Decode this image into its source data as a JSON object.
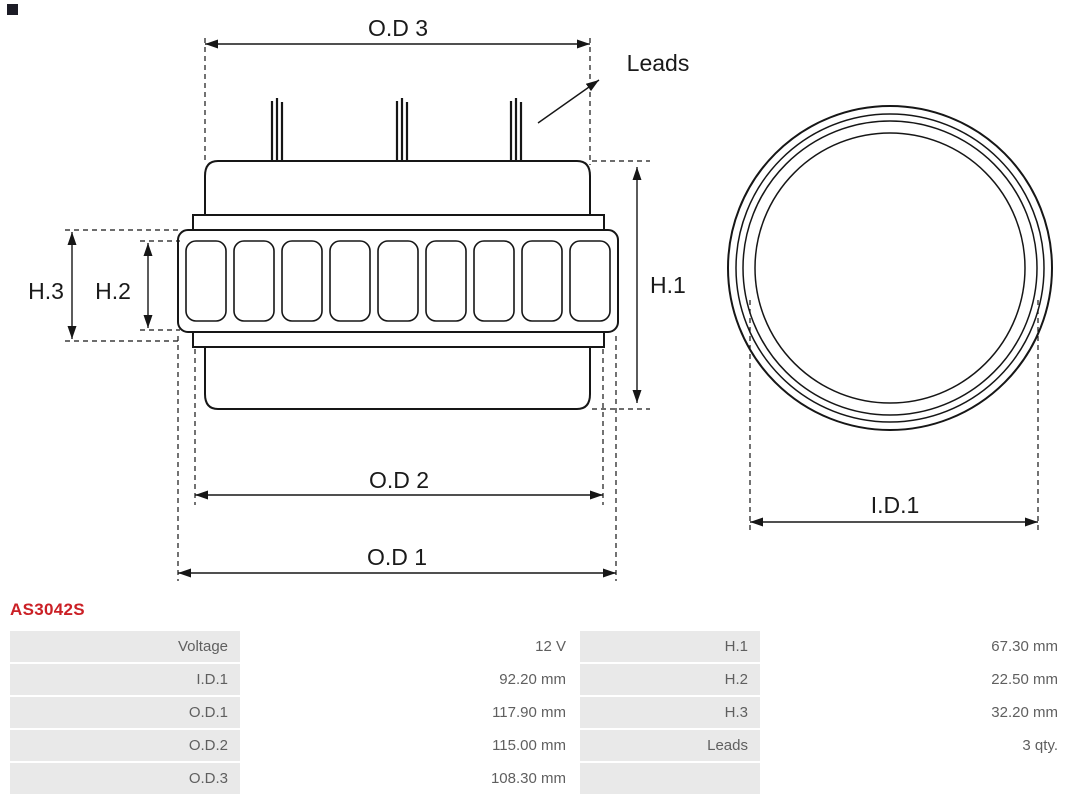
{
  "part_number": "AS3042S",
  "colors": {
    "accent_red": "#cb2026",
    "table_label_bg": "#e9e9e9",
    "table_text": "#5f5f5f",
    "diagram_line": "#161616"
  },
  "diagram": {
    "labels": {
      "od3": "O.D 3",
      "leads": "Leads",
      "h1": "H.1",
      "h2": "H.2",
      "h3": "H.3",
      "od2": "O.D 2",
      "od1": "O.D 1",
      "id1": "I.D.1"
    }
  },
  "table": {
    "rows": [
      {
        "left_label": "Voltage",
        "left_value": "12 V",
        "right_label": "H.1",
        "right_value": "67.30 mm"
      },
      {
        "left_label": "I.D.1",
        "left_value": "92.20 mm",
        "right_label": "H.2",
        "right_value": "22.50 mm"
      },
      {
        "left_label": "O.D.1",
        "left_value": "117.90 mm",
        "right_label": "H.3",
        "right_value": "32.20 mm"
      },
      {
        "left_label": "O.D.2",
        "left_value": "115.00 mm",
        "right_label": "Leads",
        "right_value": "3 qty."
      },
      {
        "left_label": "O.D.3",
        "left_value": "108.30 mm",
        "right_label": "",
        "right_value": ""
      }
    ]
  }
}
